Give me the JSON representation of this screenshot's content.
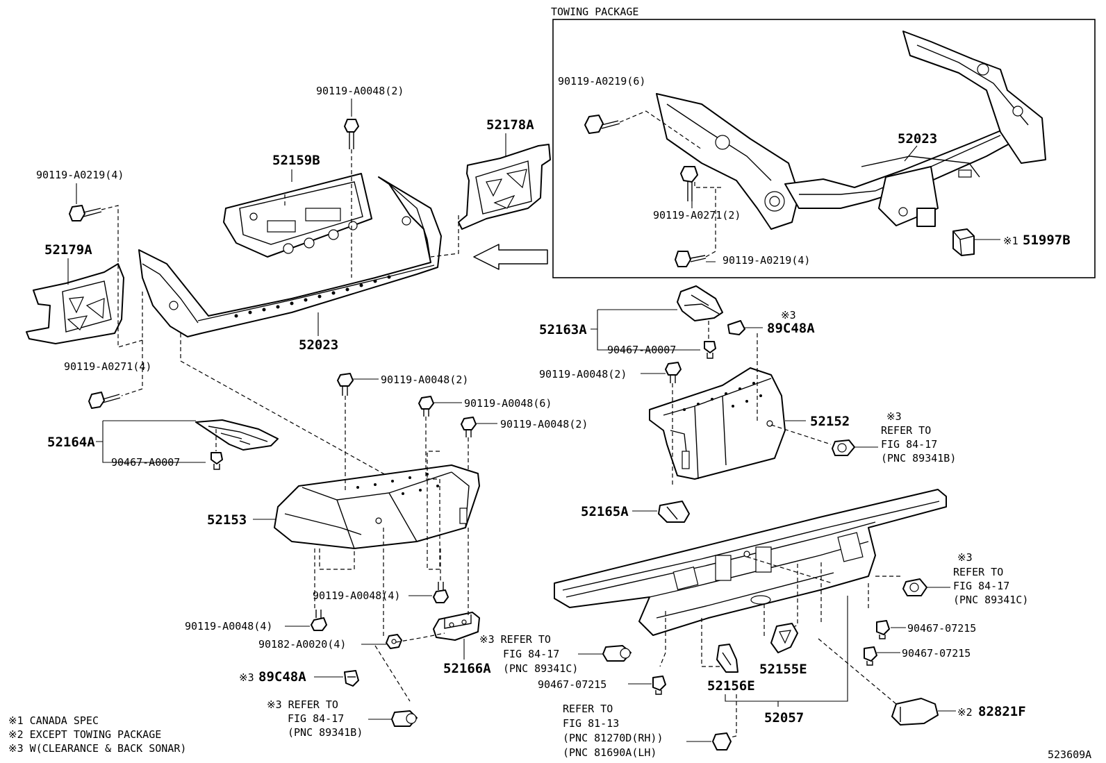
{
  "towing_package": {
    "title": "TOWING PACKAGE",
    "labels": {
      "bolt_6": "90119-A0219(6)",
      "hitch": "52023",
      "bolt_a0271": "90119-A0271(2)",
      "bolt_4": "90119-A0219(4)",
      "plug_note": "※1",
      "plug": "51997B"
    }
  },
  "labels": {
    "bolt_top": "90119-A0048(2)",
    "bracket_right": "52178A",
    "plate_center": "52159B",
    "bolt_left": "90119-A0219(4)",
    "bracket_left": "52179A",
    "reinforcement": "52023",
    "bolt_a0271_left": "90119-A0271(4)",
    "pad_left": "52164A",
    "clip_left": "90467-A0007",
    "bolt_mid1": "90119-A0048(2)",
    "bolt_mid2": "90119-A0048(6)",
    "bolt_mid3": "90119-A0048(2)",
    "bumper_left": "52153",
    "bolt_lower_mid": "90119-A0048(4)",
    "bolt_lower_left": "90119-A0048(4)",
    "nut": "90182-A0020(4)",
    "brace": "52166A",
    "sensor_bracket_note": "※3",
    "sensor_bracket": "89C48A",
    "pad_right": "52163A",
    "clip_right": "90467-A0007",
    "bracket_r_note": "※3",
    "bracket_r": "89C48A",
    "bolt_right": "90119-A0048(2)",
    "bumper_right": "52152",
    "bracket_small": "52165A",
    "step_pad": "52057",
    "clip_07215_a": "90467-07215",
    "clip_07215_b": "90467-07215",
    "clip_07215_c": "90467-07215",
    "bracket_156": "52156E",
    "bracket_155": "52155E",
    "lamp_note": "※2",
    "lamp": "82821F"
  },
  "refs": {
    "ref_right_top": [
      "※3",
      "REFER TO",
      "FIG 84-17",
      "(PNC 89341B)"
    ],
    "ref_right_mid": [
      "※3",
      "REFER TO",
      "FIG 84-17",
      "(PNC 89341C)"
    ],
    "ref_center": [
      "※3 REFER TO",
      "FIG 84-17",
      "(PNC 89341C)"
    ],
    "ref_left_bottom": [
      "※3 REFER TO",
      "FIG 84-17",
      "(PNC 89341B)"
    ],
    "ref_license": [
      "REFER TO",
      "FIG 81-13",
      "(PNC 81270D(RH))",
      "(PNC 81690A(LH)"
    ]
  },
  "notes": [
    "※1 CANADA SPEC",
    "※2 EXCEPT TOWING PACKAGE",
    "※3 W(CLEARANCE & BACK SONAR)"
  ],
  "diagram_id": "523609A"
}
